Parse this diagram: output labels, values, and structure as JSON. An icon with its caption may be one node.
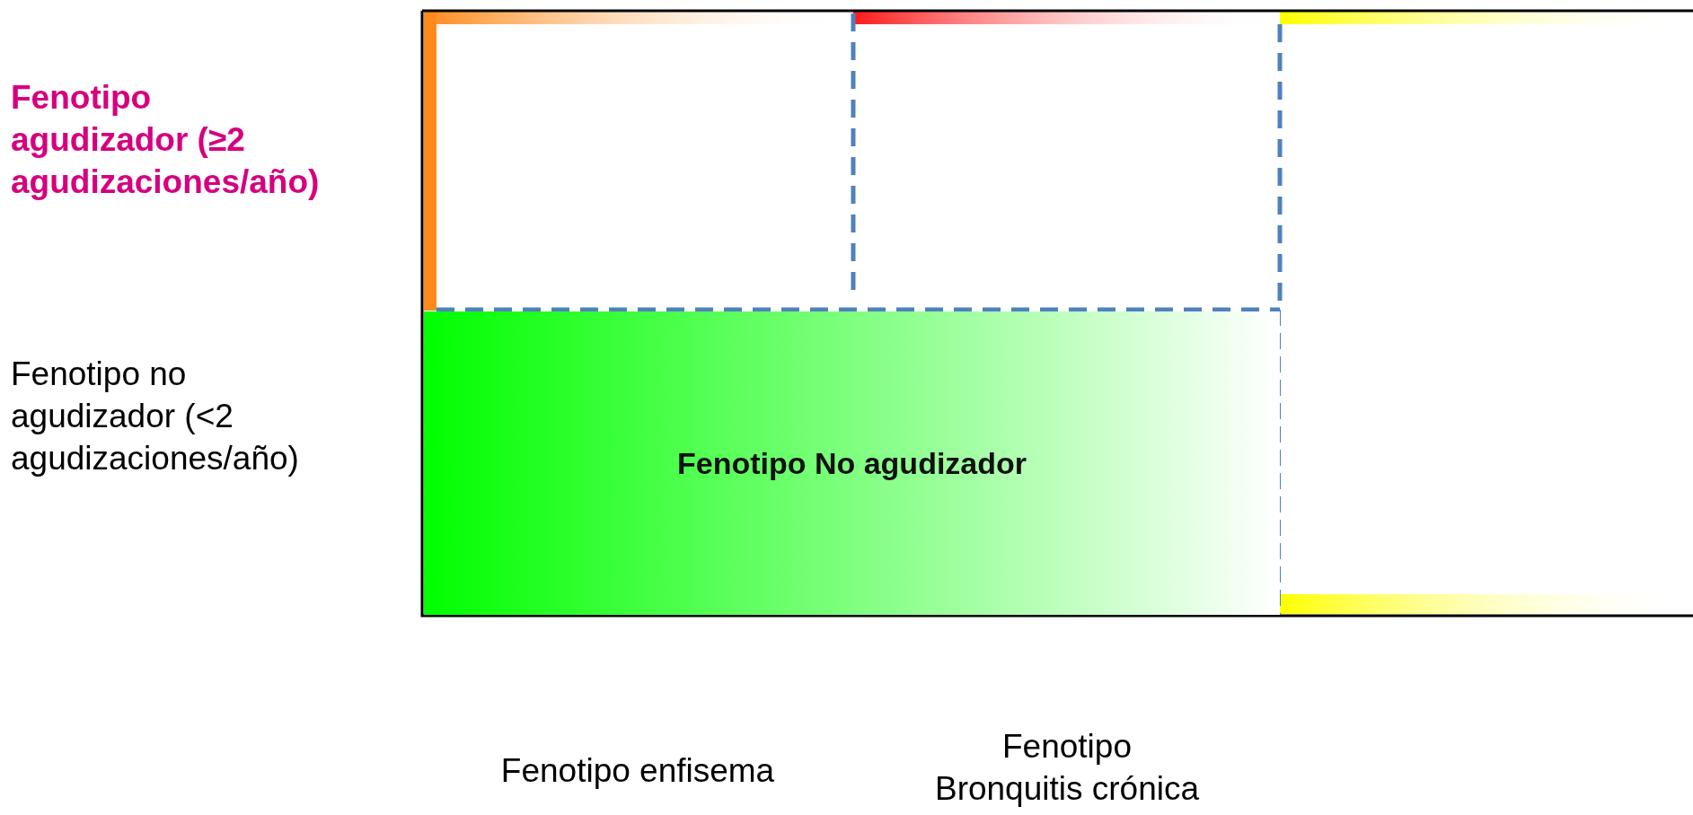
{
  "diagram": {
    "nodes": [
      {
        "text": [
          "Fenotipo No agudizador"
        ]
      }
    ],
    "labels": [
      "Fenotipo agudizador (≥2 agudizaciones/año)",
      "Fenotipo no agudizador (<2 agudizaciones/año)",
      "Fenotipo enfisema",
      "Fenotipo Bronquitis crónica"
    ]
  }
}
